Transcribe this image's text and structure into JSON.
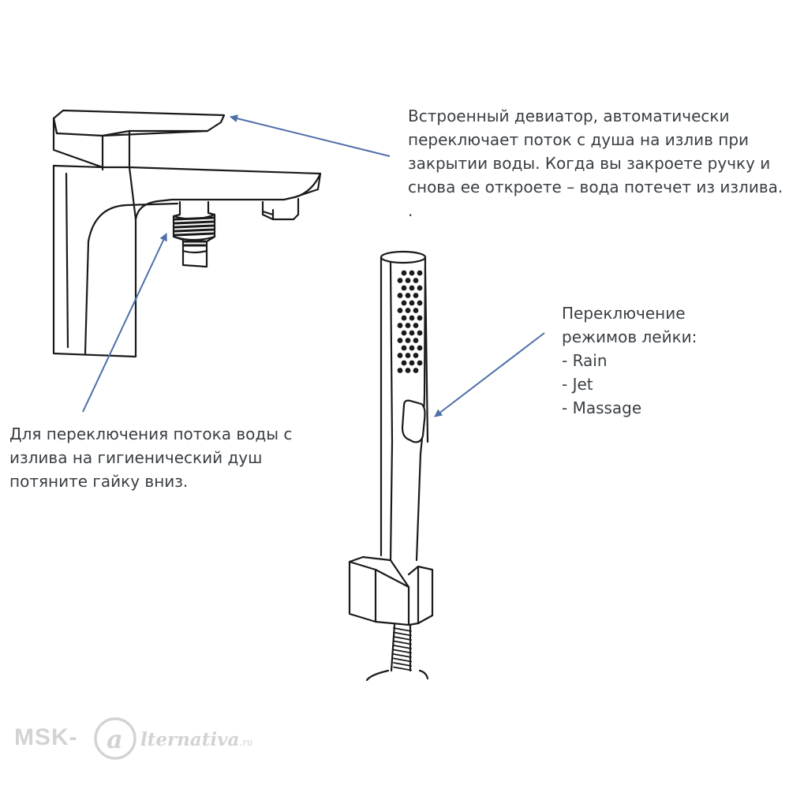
{
  "callouts": {
    "diverter": {
      "lines": [
        "Встроенный девиатор, автоматически",
        "переключает поток с душа на излив при",
        "закрытии воды. Когда вы закроете ручку и",
        "снова ее откроете – вода потечет из излива.",
        "."
      ]
    },
    "nut": {
      "lines": [
        "Для переключения потока воды с",
        "излива на гигиенический душ",
        "потяните гайку вниз."
      ]
    },
    "modes": {
      "lines": [
        "Переключение",
        "режимов лейки:",
        "- Rain",
        "- Jet",
        "- Massage"
      ]
    }
  },
  "watermark": {
    "left": "MSK-",
    "right": "lternativa",
    "suffix": ".ru"
  },
  "colors": {
    "arrow": "#4f6fa8",
    "line": "#1a1a1a",
    "watermark": "#d3d3d3"
  }
}
